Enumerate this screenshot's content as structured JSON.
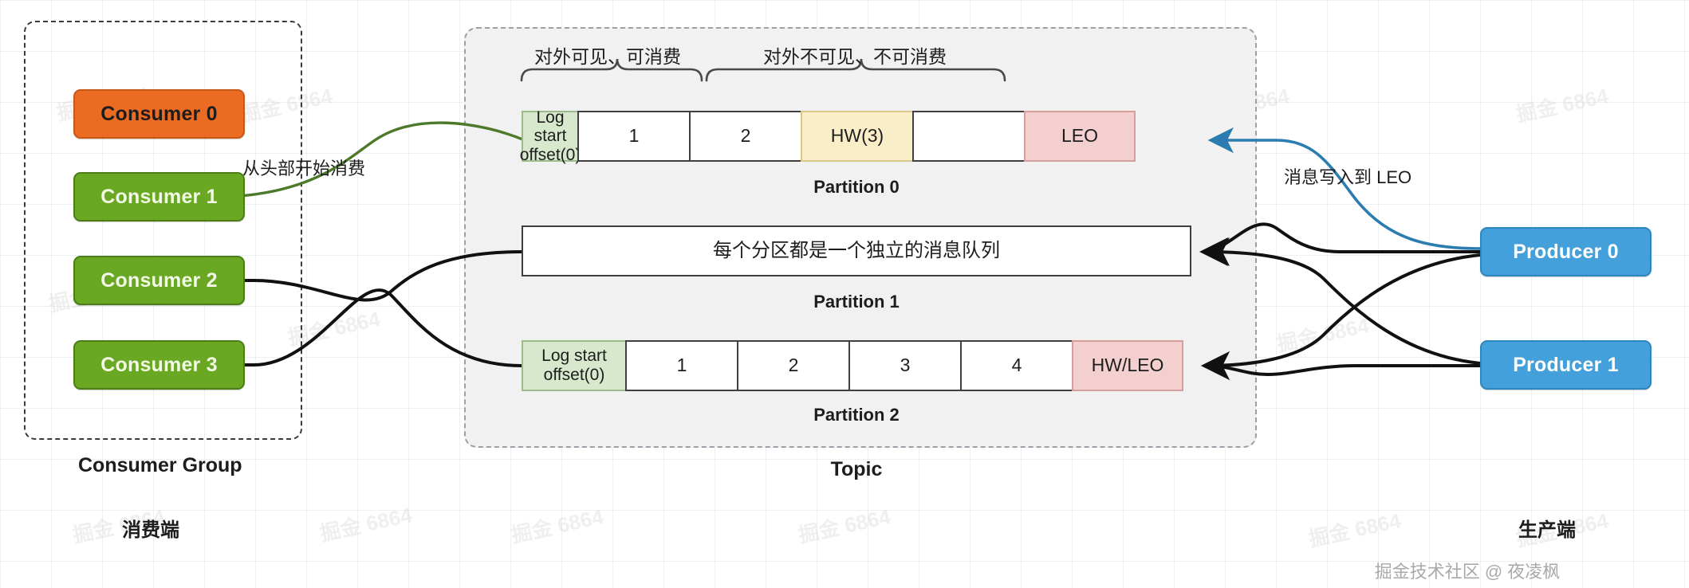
{
  "consumer_group": {
    "title": "Consumer Group",
    "side_label": "消费端",
    "consumers": [
      {
        "label": "Consumer 0",
        "color": "#ec6b22"
      },
      {
        "label": "Consumer 1",
        "color": "#6aa824"
      },
      {
        "label": "Consumer 2",
        "color": "#6aa824"
      },
      {
        "label": "Consumer 3",
        "color": "#6aa824"
      }
    ]
  },
  "topic": {
    "title": "Topic",
    "brackets": [
      {
        "label": "对外可见、可消费"
      },
      {
        "label": "对外不可见、不可消费"
      }
    ],
    "partitions": [
      {
        "name": "Partition 0",
        "cells": [
          {
            "text": "Log start offset(0)",
            "kind": "logstart"
          },
          {
            "text": "1",
            "kind": "plain"
          },
          {
            "text": "2",
            "kind": "plain"
          },
          {
            "text": "HW(3)",
            "kind": "hw"
          },
          {
            "text": "",
            "kind": "plain"
          },
          {
            "text": "LEO",
            "kind": "leo"
          }
        ]
      },
      {
        "name": "Partition 1",
        "cells": [
          {
            "text": "每个分区都是一个独立的消息队列",
            "kind": "msgqueue"
          }
        ]
      },
      {
        "name": "Partition 2",
        "cells": [
          {
            "text": "Log start offset(0)",
            "kind": "logstart"
          },
          {
            "text": "1",
            "kind": "plain"
          },
          {
            "text": "2",
            "kind": "plain"
          },
          {
            "text": "3",
            "kind": "plain"
          },
          {
            "text": "4",
            "kind": "plain"
          },
          {
            "text": "HW/LEO",
            "kind": "leo"
          }
        ]
      }
    ]
  },
  "producer_side": {
    "side_label": "生产端",
    "producers": [
      {
        "label": "Producer 0",
        "color": "#44a0da"
      },
      {
        "label": "Producer 1",
        "color": "#44a0da"
      }
    ]
  },
  "annotations": {
    "consume_from_head": "从头部开始消费",
    "write_to_leo": "消息写入到 LEO"
  },
  "watermark": {
    "credit": "掘金技术社区 @ 夜凌枫",
    "tile": "掘金 6864"
  },
  "colors": {
    "consumer_active": "#ec6b22",
    "consumer": "#6aa824",
    "producer": "#44a0da",
    "log_start": "#d7e8cd",
    "hw": "#faeec8",
    "leo": "#f3cfcf",
    "topic_bg": "#f1f1f1",
    "green_arrow": "#4c7a2a",
    "blue_arrow": "#2b7cb0",
    "black_arrow": "#111111"
  }
}
